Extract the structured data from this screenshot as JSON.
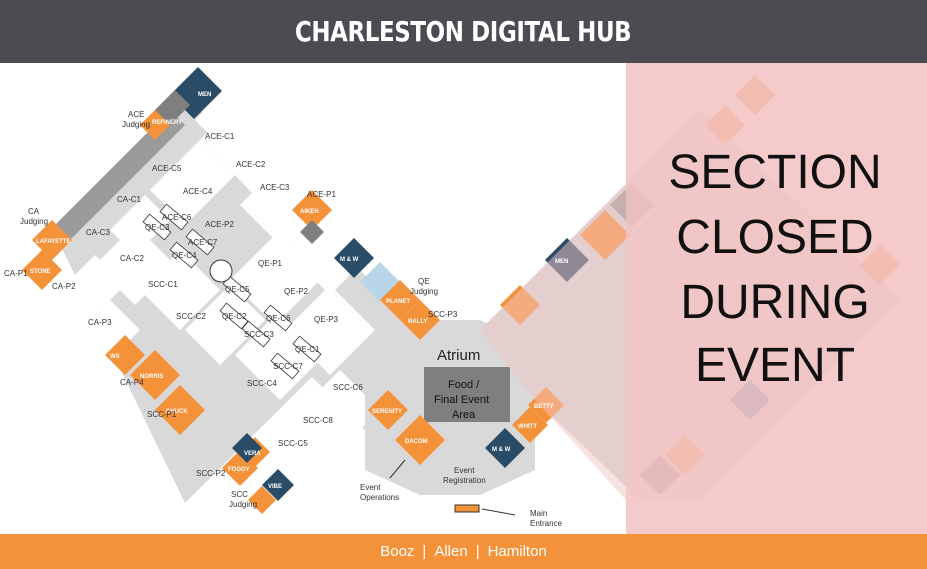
{
  "header": {
    "title": "CHARLESTON DIGITAL HUB"
  },
  "footer": {
    "brand": [
      "Booz",
      "Allen",
      "Hamilton"
    ]
  },
  "closed_notice": {
    "lines": [
      "SECTION",
      "CLOSED",
      "DURING",
      "EVENT"
    ]
  },
  "colors": {
    "header": "#4a4c51",
    "footer": "#f4923a",
    "room_orange": "#f4923a",
    "room_navy": "#2b4c66",
    "closed_overlay": "#f2c3c3",
    "corridor": "#d9d9d9"
  },
  "labels": {
    "ace_judging": [
      "ACE",
      "Judging"
    ],
    "ca_judging": [
      "CA",
      "Judging"
    ],
    "qe_judging": [
      "QE",
      "Judging"
    ],
    "scc_judging": [
      "SCC",
      "Judging"
    ],
    "event_operations": [
      "Event",
      "Operations"
    ],
    "event_registration": [
      "Event",
      "Registration"
    ],
    "main_entrance": [
      "Main",
      "Entrance"
    ],
    "atrium": "Atrium",
    "food_area": [
      "Food /",
      "Final Event",
      "Area"
    ],
    "stations": [
      "ACE-C1",
      "ACE-C2",
      "ACE-C3",
      "ACE-C4",
      "ACE-C5",
      "ACE-C6",
      "ACE-C7",
      "ACE-P1",
      "ACE-P2",
      "CA-C1",
      "CA-C2",
      "CA-C3",
      "CA-P1",
      "CA-P2",
      "CA-P3",
      "CA-P4",
      "QE-C1",
      "QE-C2",
      "QE-C3",
      "QE-C4",
      "QE-C5",
      "QE-C6",
      "QE-P1",
      "QE-P2",
      "QE-P3",
      "SCC-C1",
      "SCC-C2",
      "SCC-C3",
      "SCC-C4",
      "SCC-C5",
      "SCC-C6",
      "SCC-C7",
      "SCC-C8",
      "SCC-P1",
      "SCC-P2",
      "SCC-P3"
    ]
  },
  "room_names": {
    "men_top": "MEN",
    "men_mid": "M & W",
    "mw_bottom": "M & W",
    "mw_right": "MEN",
    "raffle": "REFINERY",
    "aiken": "AIKEN",
    "stone": "STONE",
    "lafayette": "LAFAYETTE",
    "planet": "PLANET",
    "rally": "RALLY",
    "norris": "NORRIS",
    "chuck": "CHUCK",
    "serenity": "SERENITY",
    "dacom": "DACOM",
    "betty": "BETTY",
    "whitt": "WHITT",
    "ws": "WS",
    "foggy": "FOGGY",
    "vera": "VERA",
    "vibe": "VIBE"
  }
}
